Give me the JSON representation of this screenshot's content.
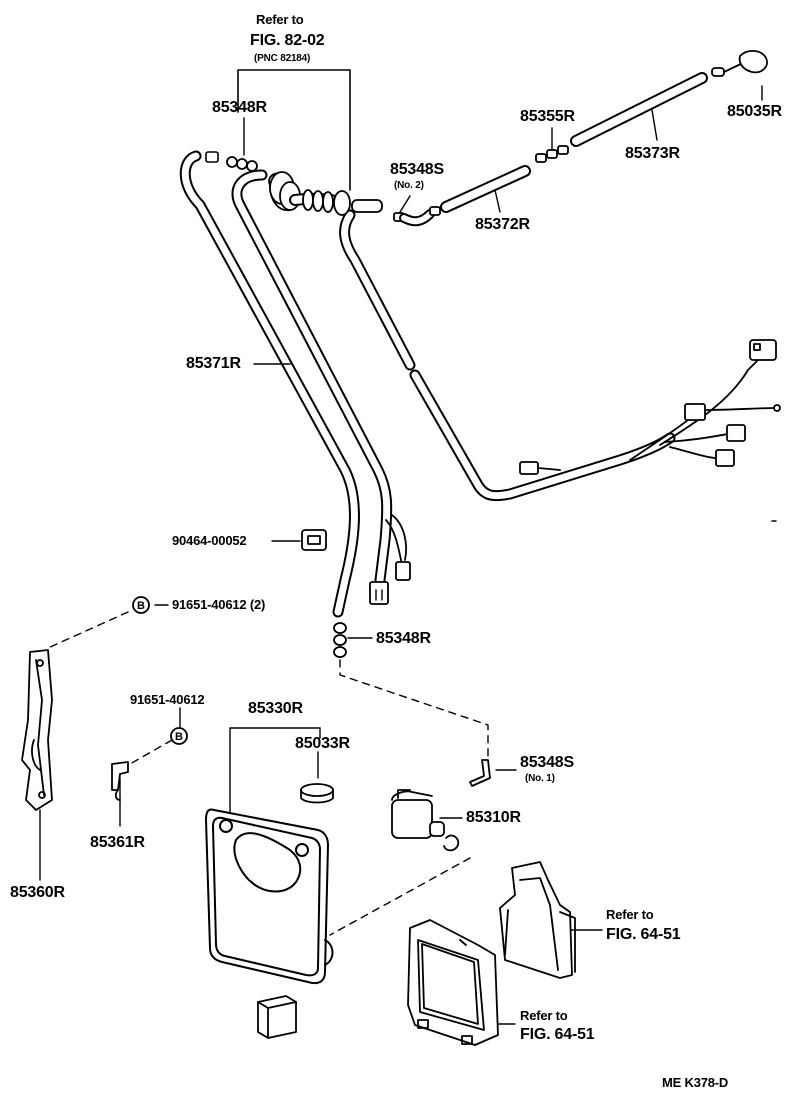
{
  "refs": {
    "top_refer": "Refer to",
    "top_fig": "FIG. 82-02",
    "top_pnc": "(PNC 82184)",
    "right_refer": "Refer to",
    "right_fig": "FIG. 64-51",
    "bottom_refer": "Refer to",
    "bottom_fig": "FIG. 64-51"
  },
  "parts": {
    "p85348R_top": "85348R",
    "p85355R": "85355R",
    "p85035R": "85035R",
    "p85348S_no2": "85348S",
    "p85348S_no2_note": "(No. 2)",
    "p85373R": "85373R",
    "p85372R": "85372R",
    "p85371R": "85371R",
    "p90464": "90464-00052",
    "p91651_2": "91651-40612 (2)",
    "p85348R_mid": "85348R",
    "p91651": "91651-40612",
    "p85330R": "85330R",
    "p85033R": "85033R",
    "p85348S_no1": "85348S",
    "p85348S_no1_note": "(No. 1)",
    "p85310R": "85310R",
    "p85361R": "85361R",
    "p85360R": "85360R"
  },
  "symbols": {
    "bolt_mark": "B"
  },
  "footer": {
    "code": "ME  K378-D"
  }
}
